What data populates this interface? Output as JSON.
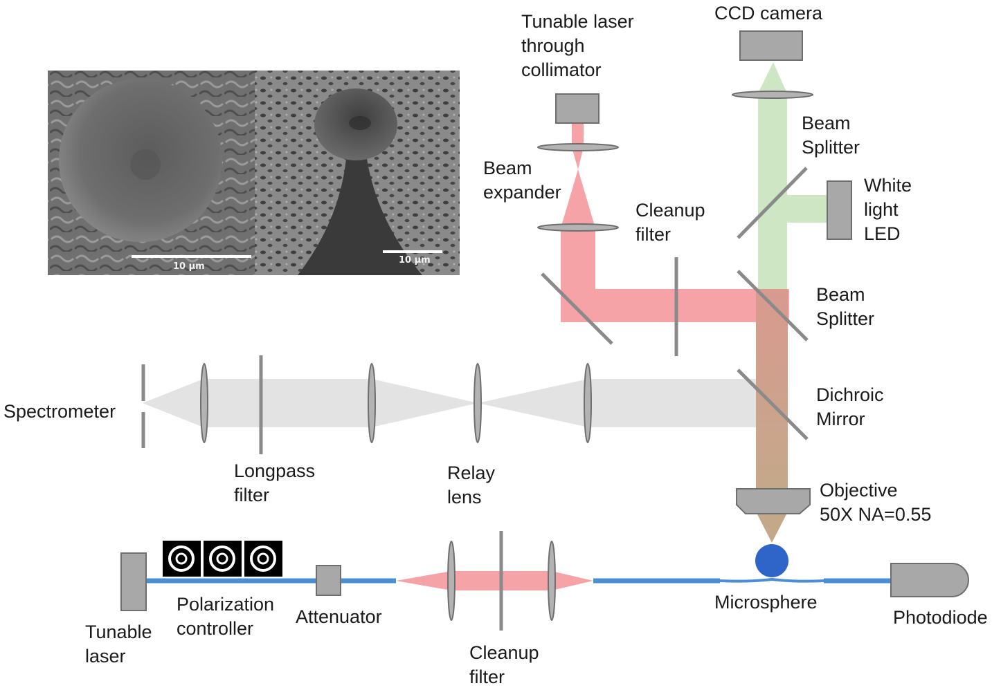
{
  "labels": {
    "ccd_camera": "CCD camera",
    "tunable_laser_collimator": [
      "Tunable laser",
      "through",
      "collimator"
    ],
    "beam_splitter_top": [
      "Beam",
      "Splitter"
    ],
    "white_light_led": [
      "White",
      "light",
      "LED"
    ],
    "beam_expander": [
      "Beam",
      "expander"
    ],
    "cleanup_filter_top": [
      "Cleanup",
      "filter"
    ],
    "beam_splitter_mid": [
      "Beam",
      "Splitter"
    ],
    "spectrometer": "Spectrometer",
    "dichroic_mirror": [
      "Dichroic",
      "Mirror"
    ],
    "longpass_filter": [
      "Longpass",
      "filter"
    ],
    "relay_lens": [
      "Relay",
      "lens"
    ],
    "objective": [
      "Objective",
      "50X NA=0.55"
    ],
    "microsphere": "Microsphere",
    "photodiode": "Photodiode",
    "polarization_controller": [
      "Polarization",
      "controller"
    ],
    "attenuator": "Attenuator",
    "tunable_laser": [
      "Tunable",
      "laser"
    ],
    "cleanup_filter_bottom": [
      "Cleanup",
      "filter"
    ]
  },
  "sem_images": {
    "left_scale": "10 µm",
    "right_scale": "10 µm"
  },
  "colors": {
    "laser_beam": "#f6a3a8",
    "white_light_beam": "#cfe6c4",
    "collection_beam": "#e3e3e3",
    "fiber": "#4a8fd6",
    "microsphere": "#2f64c8",
    "component_gray": "#a8a8a8",
    "component_outline": "#6e6e6e"
  }
}
